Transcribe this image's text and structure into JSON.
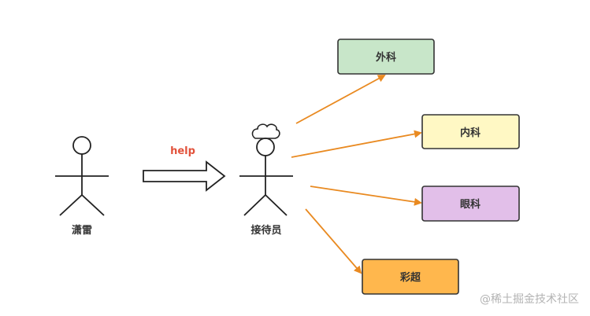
{
  "actors": {
    "left_label": "潇雷",
    "middle_label": "接待员"
  },
  "help_label": "help",
  "departments": [
    {
      "label": "外科",
      "fill": "#c8e6c9"
    },
    {
      "label": "内科",
      "fill": "#fff8c4"
    },
    {
      "label": "眼科",
      "fill": "#e2bfe9"
    },
    {
      "label": "彩超",
      "fill": "#ffb74d"
    }
  ],
  "colors": {
    "arrow": "#e98a21",
    "outline": "#333333",
    "help_text": "#e2523b"
  },
  "watermark": "@稀土掘金技术社区"
}
